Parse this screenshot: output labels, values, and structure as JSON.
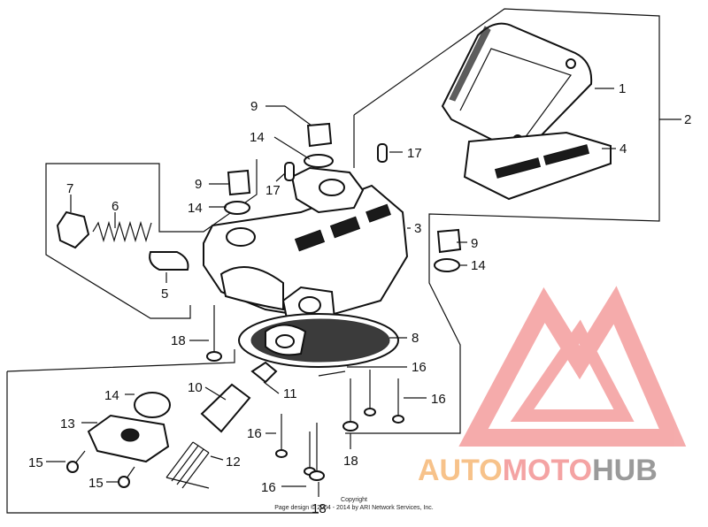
{
  "diagram": {
    "callouts": [
      {
        "id": "c1",
        "text": "1"
      },
      {
        "id": "c2",
        "text": "2"
      },
      {
        "id": "c3",
        "text": "3"
      },
      {
        "id": "c4",
        "text": "4"
      },
      {
        "id": "c5",
        "text": "5"
      },
      {
        "id": "c6",
        "text": "6"
      },
      {
        "id": "c7",
        "text": "7"
      },
      {
        "id": "c8",
        "text": "8"
      },
      {
        "id": "c9a",
        "text": "9"
      },
      {
        "id": "c9b",
        "text": "9"
      },
      {
        "id": "c9c",
        "text": "9"
      },
      {
        "id": "c10",
        "text": "10"
      },
      {
        "id": "c11",
        "text": "11"
      },
      {
        "id": "c12",
        "text": "12"
      },
      {
        "id": "c13",
        "text": "13"
      },
      {
        "id": "c14a",
        "text": "14"
      },
      {
        "id": "c14b",
        "text": "14"
      },
      {
        "id": "c14c",
        "text": "14"
      },
      {
        "id": "c14d",
        "text": "14"
      },
      {
        "id": "c15a",
        "text": "15"
      },
      {
        "id": "c15b",
        "text": "15"
      },
      {
        "id": "c16a",
        "text": "16"
      },
      {
        "id": "c16b",
        "text": "16"
      },
      {
        "id": "c16c",
        "text": "16"
      },
      {
        "id": "c16d",
        "text": "16"
      },
      {
        "id": "c17a",
        "text": "17"
      },
      {
        "id": "c17b",
        "text": "17"
      },
      {
        "id": "c18a",
        "text": "18"
      },
      {
        "id": "c18b",
        "text": "18"
      },
      {
        "id": "c18c",
        "text": "18"
      }
    ],
    "copyright_line1": "Copyright",
    "copyright_line2": "Page design © 2004 - 2014 by ARI Network Services, Inc."
  },
  "watermark": {
    "brand_a": "AUTO",
    "brand_b": "MOTO",
    "brand_c": "HUB",
    "color_primary": "#f4a3a3",
    "color_accent": "#f7c28a",
    "color_dark": "#9a9a9a"
  }
}
